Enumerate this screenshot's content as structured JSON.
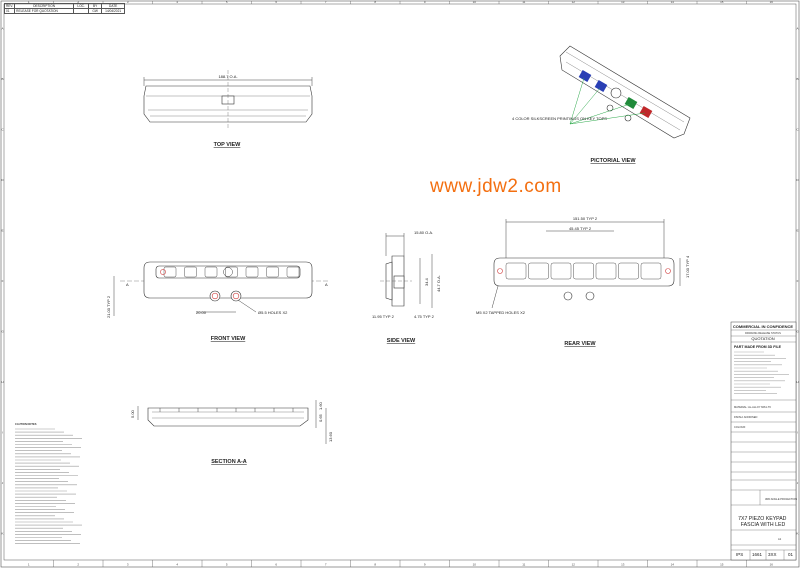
{
  "border": {
    "columns": [
      "1",
      "2",
      "3",
      "4",
      "5",
      "6",
      "7",
      "8",
      "9",
      "10",
      "11",
      "12",
      "13",
      "14",
      "15",
      "16"
    ],
    "rows": [
      "A",
      "B",
      "C",
      "D",
      "E",
      "F",
      "G",
      "H",
      "I",
      "J",
      "K"
    ]
  },
  "revision_table": {
    "headers": [
      "REV.",
      "DESCRIPTION",
      "LOC.",
      "BY",
      "DATE"
    ],
    "row": [
      "01",
      "RELEASE FOR QUOTATION",
      "",
      "GW",
      "14/04/2021"
    ]
  },
  "watermark": "www.jdw2.com",
  "views": {
    "top": "TOP VIEW",
    "pictorial": "PICTORIAL VIEW",
    "front": "FRONT VIEW",
    "side": "SIDE VIEW",
    "rear": "REAR VIEW",
    "section": "SECTION A-A"
  },
  "dimensions": {
    "top_overall": "188.7 O.A.",
    "pictorial_note": "4 COLOR SILKSCREEN PRINTINGS ON KEY TOPS",
    "front_holes": "Ø5.5 HOLES X2",
    "front_pitch": "20.00",
    "front_height": "21.00 TYP 2",
    "side_overall": "15.80 O.A.",
    "side_h1": "34.4",
    "side_h2": "44.7 O.A.",
    "side_typ1": "11.95 TYP 2",
    "side_typ2": "4.75 TYP 2",
    "rear_width": "151.50 TYP 2",
    "rear_inner": "45.45 TYP 2",
    "rear_height": "17.00 TYP 4",
    "rear_tapped": "M5 X2 TAPPED HOLES X2",
    "sec_left": "5.00",
    "sec_r1": "1.60",
    "sec_r2": "0.65",
    "sec_r3": "13.60",
    "section_mark": "A"
  },
  "title_block": {
    "confidence": "COMMERCIAL IN CONFIDENCE",
    "release_status_label": "DRAWING RELEASE STATUS",
    "release_status": "QUOTATION",
    "made_from": "PART MADE FROM 3D FILE",
    "part_title": "7X7 PIEZO KEYPAD FASCIA WITH LED",
    "sheet_size": "A1",
    "drawing_no_a": "IPS",
    "drawing_no_b": "1661",
    "drawing_no_c": "3XX",
    "revision": "01",
    "material": "MATERIAL: AL-ALLOY 6061-T6",
    "finish": "FINISH: ANODISED",
    "colour": "COLOUR: ",
    "projection": "3RD ANGLE PROJECTION"
  },
  "notes_title": "CAUTION NOTES",
  "colors": {
    "ink": "#333333",
    "watermark": "#f36f10",
    "leader": "#2ca84a",
    "key_blue": "#2a3fb5",
    "key_green": "#1f8a3a",
    "key_red": "#c0282a",
    "hole": "#d04040"
  }
}
